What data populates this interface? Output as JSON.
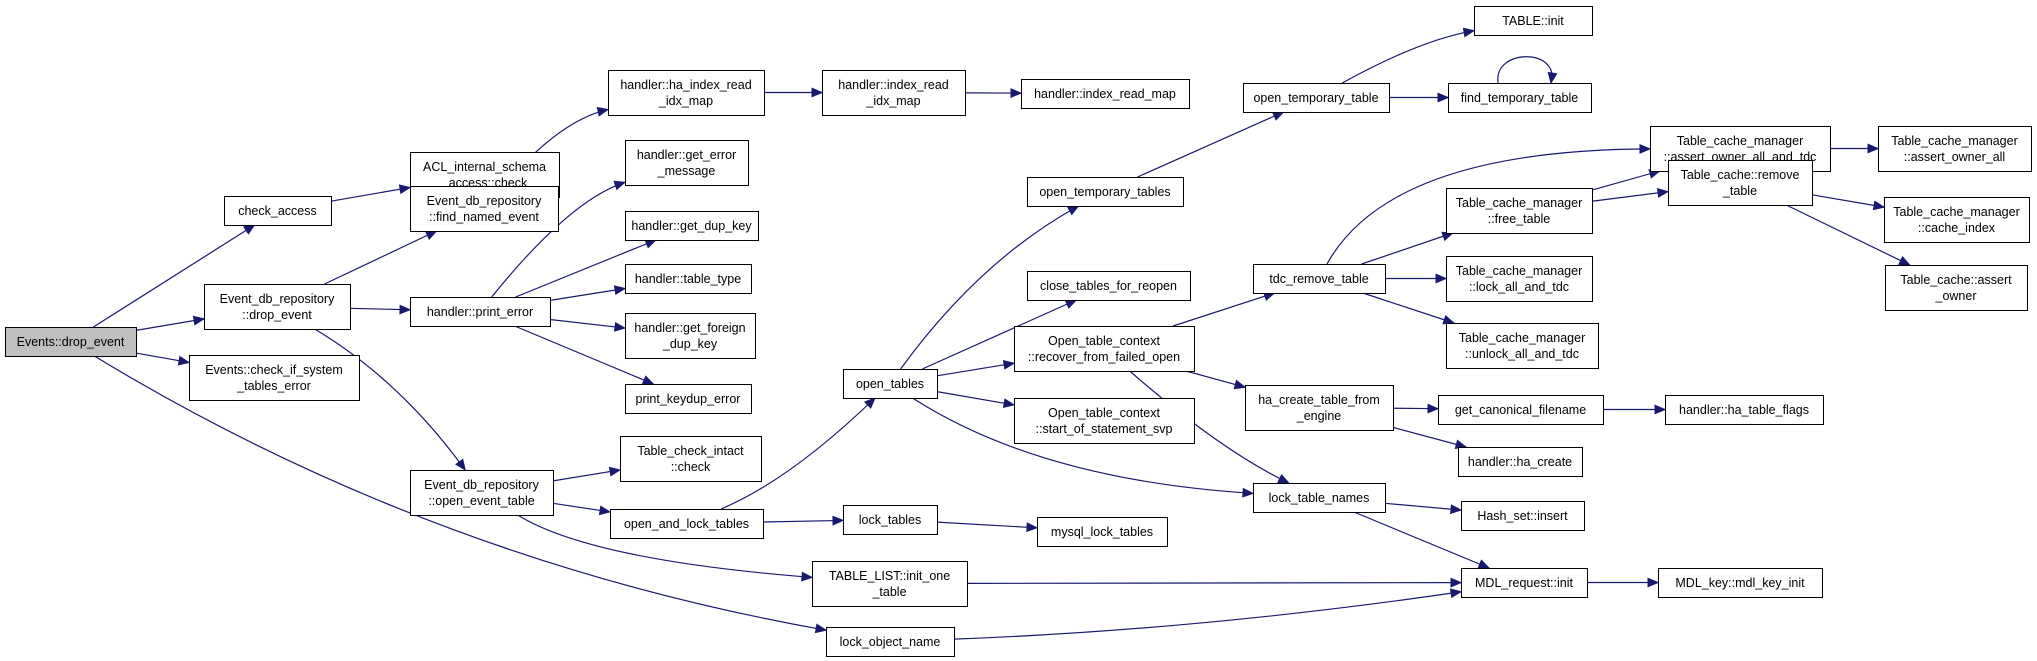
{
  "graph": {
    "type": "call-graph",
    "root": "Events::drop_event",
    "colors": {
      "edge": "#191970",
      "root_fill": "#bfbfbf",
      "node_fill": "#ffffff",
      "border": "#000000"
    },
    "nodes": [
      {
        "id": "drop_event",
        "lines": [
          "Events::drop_event"
        ],
        "root": true
      },
      {
        "id": "check_access",
        "lines": [
          "check_access"
        ]
      },
      {
        "id": "repo_drop_event",
        "lines": [
          "Event_db_repository",
          "::drop_event"
        ]
      },
      {
        "id": "check_if_system",
        "lines": [
          "Events::check_if_system",
          "_tables_error"
        ]
      },
      {
        "id": "acl_check",
        "lines": [
          "ACL_internal_schema",
          "_access::check"
        ]
      },
      {
        "id": "find_named_event",
        "lines": [
          "Event_db_repository",
          "::find_named_event"
        ]
      },
      {
        "id": "print_error",
        "lines": [
          "handler::print_error"
        ]
      },
      {
        "id": "open_event_table",
        "lines": [
          "Event_db_repository",
          "::open_event_table"
        ]
      },
      {
        "id": "ha_index_read_idx_map",
        "lines": [
          "handler::ha_index_read",
          "_idx_map"
        ]
      },
      {
        "id": "get_error_message",
        "lines": [
          "handler::get_error",
          "_message"
        ]
      },
      {
        "id": "get_dup_key",
        "lines": [
          "handler::get_dup_key"
        ]
      },
      {
        "id": "table_type",
        "lines": [
          "handler::table_type"
        ]
      },
      {
        "id": "get_foreign_dup_key",
        "lines": [
          "handler::get_foreign",
          "_dup_key"
        ]
      },
      {
        "id": "print_keydup_error",
        "lines": [
          "print_keydup_error"
        ]
      },
      {
        "id": "table_check_intact",
        "lines": [
          "Table_check_intact",
          "::check"
        ]
      },
      {
        "id": "open_and_lock_tables",
        "lines": [
          "open_and_lock_tables"
        ]
      },
      {
        "id": "index_read_idx_map",
        "lines": [
          "handler::index_read",
          "_idx_map"
        ]
      },
      {
        "id": "index_read_map",
        "lines": [
          "handler::index_read_map"
        ]
      },
      {
        "id": "open_tables",
        "lines": [
          "open_tables"
        ]
      },
      {
        "id": "lock_tables",
        "lines": [
          "lock_tables"
        ]
      },
      {
        "id": "mysql_lock_tables",
        "lines": [
          "mysql_lock_tables"
        ]
      },
      {
        "id": "init_one_table",
        "lines": [
          "TABLE_LIST::init_one",
          "_table"
        ]
      },
      {
        "id": "lock_object_name",
        "lines": [
          "lock_object_name"
        ]
      },
      {
        "id": "open_temporary_tables",
        "lines": [
          "open_temporary_tables"
        ]
      },
      {
        "id": "close_tables_for_reopen",
        "lines": [
          "close_tables_for_reopen"
        ]
      },
      {
        "id": "recover_from_failed_open",
        "lines": [
          "Open_table_context",
          "::recover_from_failed_open"
        ]
      },
      {
        "id": "start_of_statement_svp",
        "lines": [
          "Open_table_context",
          "::start_of_statement_svp"
        ]
      },
      {
        "id": "open_temporary_table",
        "lines": [
          "open_temporary_table"
        ]
      },
      {
        "id": "table_init",
        "lines": [
          "TABLE::init"
        ]
      },
      {
        "id": "find_temporary_table",
        "lines": [
          "find_temporary_table"
        ]
      },
      {
        "id": "tdc_remove_table",
        "lines": [
          "tdc_remove_table"
        ]
      },
      {
        "id": "ha_create_table_from_engine",
        "lines": [
          "ha_create_table_from",
          "_engine"
        ]
      },
      {
        "id": "lock_table_names",
        "lines": [
          "lock_table_names"
        ]
      },
      {
        "id": "mdl_request_init",
        "lines": [
          "MDL_request::init"
        ]
      },
      {
        "id": "assert_owner_all_and_tdc",
        "lines": [
          "Table_cache_manager",
          "::assert_owner_all_and_tdc"
        ]
      },
      {
        "id": "tcm_free_table",
        "lines": [
          "Table_cache_manager",
          "::free_table"
        ]
      },
      {
        "id": "lock_all_and_tdc",
        "lines": [
          "Table_cache_manager",
          "::lock_all_and_tdc"
        ]
      },
      {
        "id": "unlock_all_and_tdc",
        "lines": [
          "Table_cache_manager",
          "::unlock_all_and_tdc"
        ]
      },
      {
        "id": "get_canonical_filename",
        "lines": [
          "get_canonical_filename"
        ]
      },
      {
        "id": "ha_create",
        "lines": [
          "handler::ha_create"
        ]
      },
      {
        "id": "hash_set_insert",
        "lines": [
          "Hash_set::insert"
        ]
      },
      {
        "id": "mdl_key_init",
        "lines": [
          "MDL_key::mdl_key_init"
        ]
      },
      {
        "id": "assert_owner_all",
        "lines": [
          "Table_cache_manager",
          "::assert_owner_all"
        ]
      },
      {
        "id": "tc_remove_table",
        "lines": [
          "Table_cache::remove",
          "_table"
        ]
      },
      {
        "id": "ha_table_flags",
        "lines": [
          "handler::ha_table_flags"
        ]
      },
      {
        "id": "cache_index",
        "lines": [
          "Table_cache_manager",
          "::cache_index"
        ]
      },
      {
        "id": "tc_assert_owner",
        "lines": [
          "Table_cache::assert",
          "_owner"
        ]
      }
    ],
    "edges": [
      [
        "drop_event",
        "check_access"
      ],
      [
        "drop_event",
        "repo_drop_event"
      ],
      [
        "drop_event",
        "check_if_system"
      ],
      [
        "drop_event",
        "lock_object_name"
      ],
      [
        "check_access",
        "acl_check"
      ],
      [
        "repo_drop_event",
        "find_named_event"
      ],
      [
        "repo_drop_event",
        "print_error"
      ],
      [
        "repo_drop_event",
        "open_event_table"
      ],
      [
        "find_named_event",
        "ha_index_read_idx_map"
      ],
      [
        "ha_index_read_idx_map",
        "index_read_idx_map"
      ],
      [
        "index_read_idx_map",
        "index_read_map"
      ],
      [
        "print_error",
        "get_error_message"
      ],
      [
        "print_error",
        "get_dup_key"
      ],
      [
        "print_error",
        "table_type"
      ],
      [
        "print_error",
        "get_foreign_dup_key"
      ],
      [
        "print_error",
        "print_keydup_error"
      ],
      [
        "open_event_table",
        "table_check_intact"
      ],
      [
        "open_event_table",
        "open_and_lock_tables"
      ],
      [
        "open_event_table",
        "init_one_table"
      ],
      [
        "open_and_lock_tables",
        "open_tables"
      ],
      [
        "open_and_lock_tables",
        "lock_tables"
      ],
      [
        "lock_tables",
        "mysql_lock_tables"
      ],
      [
        "open_tables",
        "open_temporary_tables"
      ],
      [
        "open_tables",
        "close_tables_for_reopen"
      ],
      [
        "open_tables",
        "recover_from_failed_open"
      ],
      [
        "open_tables",
        "start_of_statement_svp"
      ],
      [
        "open_tables",
        "lock_table_names"
      ],
      [
        "open_temporary_tables",
        "open_temporary_table"
      ],
      [
        "open_temporary_table",
        "table_init"
      ],
      [
        "open_temporary_table",
        "find_temporary_table"
      ],
      [
        "find_temporary_table",
        "find_temporary_table"
      ],
      [
        "recover_from_failed_open",
        "tdc_remove_table"
      ],
      [
        "recover_from_failed_open",
        "ha_create_table_from_engine"
      ],
      [
        "recover_from_failed_open",
        "lock_table_names"
      ],
      [
        "tdc_remove_table",
        "assert_owner_all_and_tdc"
      ],
      [
        "tdc_remove_table",
        "tcm_free_table"
      ],
      [
        "tdc_remove_table",
        "lock_all_and_tdc"
      ],
      [
        "tdc_remove_table",
        "unlock_all_and_tdc"
      ],
      [
        "tcm_free_table",
        "assert_owner_all_and_tdc"
      ],
      [
        "tcm_free_table",
        "tc_remove_table"
      ],
      [
        "assert_owner_all_and_tdc",
        "assert_owner_all"
      ],
      [
        "tc_remove_table",
        "cache_index"
      ],
      [
        "tc_remove_table",
        "tc_assert_owner"
      ],
      [
        "ha_create_table_from_engine",
        "get_canonical_filename"
      ],
      [
        "ha_create_table_from_engine",
        "ha_create"
      ],
      [
        "get_canonical_filename",
        "ha_table_flags"
      ],
      [
        "lock_table_names",
        "hash_set_insert"
      ],
      [
        "lock_table_names",
        "mdl_request_init"
      ],
      [
        "init_one_table",
        "mdl_request_init"
      ],
      [
        "lock_object_name",
        "mdl_request_init"
      ],
      [
        "mdl_request_init",
        "mdl_key_init"
      ]
    ]
  }
}
